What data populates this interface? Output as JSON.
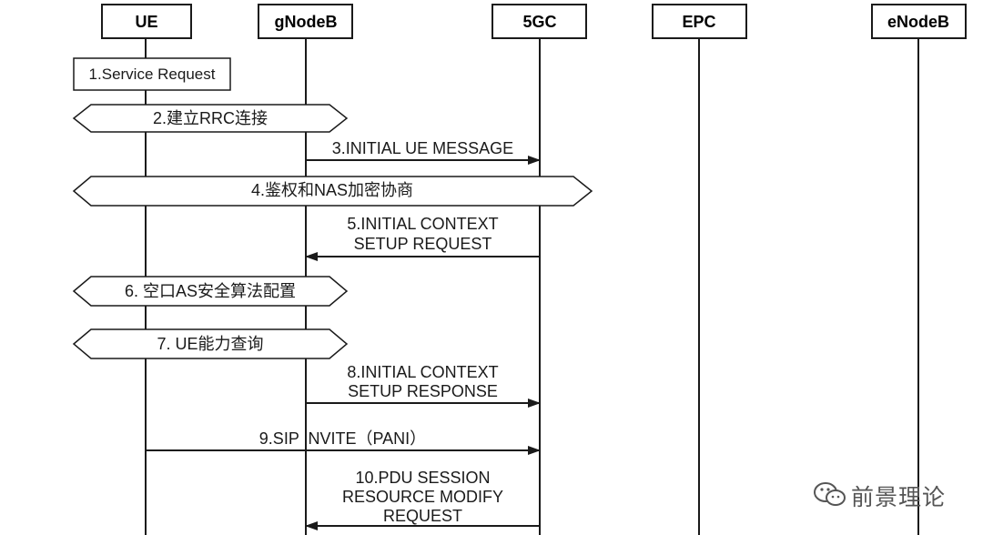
{
  "entities": [
    "UE",
    "gNodeB",
    "5GC",
    "EPC",
    "eNodeB"
  ],
  "steps": {
    "s1": "1.Service Request",
    "s2": "2.建立RRC连接",
    "s3": "3.INITIAL UE MESSAGE",
    "s4": "4.鉴权和NAS加密协商",
    "s5a": "5.INITIAL CONTEXT",
    "s5b": "SETUP REQUEST",
    "s6": "6. 空口AS安全算法配置",
    "s7": "7. UE能力查询",
    "s8a": "8.INITIAL CONTEXT",
    "s8b": "SETUP RESPONSE",
    "s9": "9.SIP INVITE（PANI）",
    "s10a": "10.PDU SESSION",
    "s10b": "RESOURCE MODIFY",
    "s10c": "REQUEST"
  },
  "watermark": {
    "text": "前景理论",
    "icon": "wechat-icon"
  },
  "colors": {
    "line": "#1a1a1a",
    "text": "#1a1a1a",
    "watermark": "#555555"
  }
}
